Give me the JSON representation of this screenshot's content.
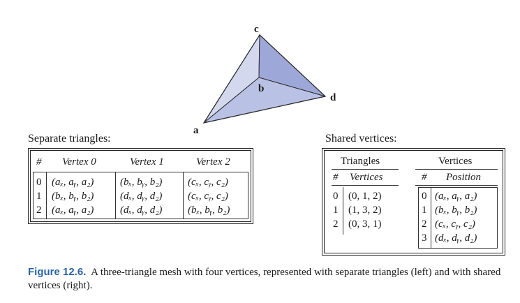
{
  "diagram": {
    "vertices": {
      "a": {
        "label": "a"
      },
      "b": {
        "label": "b"
      },
      "c": {
        "label": "c"
      },
      "d": {
        "label": "d"
      }
    },
    "colors": {
      "light_face": "#d3d8ef",
      "mid_face": "#b9c1e4",
      "dark_face": "#9ea8d8",
      "edge": "#2b2b2b"
    }
  },
  "separate": {
    "title": "Separate triangles:",
    "headers": [
      "#",
      "Vertex 0",
      "Vertex 1",
      "Vertex 2"
    ],
    "rows": [
      [
        "0",
        "(aₓ, aᵧ, a₂)",
        "(bₓ, bᵧ, b₂)",
        "(cₓ, cᵧ, c₂)"
      ],
      [
        "1",
        "(bₓ, bᵧ, b₂)",
        "(dₓ, dᵧ, d₂)",
        "(cₓ, cᵧ, c₂)"
      ],
      [
        "2",
        "(aₓ, aᵧ, a₂)",
        "(dₓ, dᵧ, d₂)",
        "(bₓ, bᵧ, b₂)"
      ]
    ]
  },
  "shared": {
    "title": "Shared vertices:",
    "triangles": {
      "heading": "Triangles",
      "headers": [
        "#",
        "Vertices"
      ],
      "rows": [
        [
          "0",
          "(0, 1, 2)"
        ],
        [
          "1",
          "(1, 3, 2)"
        ],
        [
          "2",
          "(0, 3, 1)"
        ]
      ]
    },
    "vertices": {
      "heading": "Vertices",
      "headers": [
        "#",
        "Position"
      ],
      "rows": [
        [
          "0",
          "(aₓ, aᵧ, a₂)"
        ],
        [
          "1",
          "(bₓ, bᵧ, b₂)"
        ],
        [
          "2",
          "(cₓ, cᵧ, c₂)"
        ],
        [
          "3",
          "(dₓ, dᵧ, d₂)"
        ]
      ]
    }
  },
  "caption": {
    "label": "Figure 12.6.",
    "text": "A three-triangle mesh with four vertices, represented with separate triangles (left) and with shared vertices (right)."
  }
}
